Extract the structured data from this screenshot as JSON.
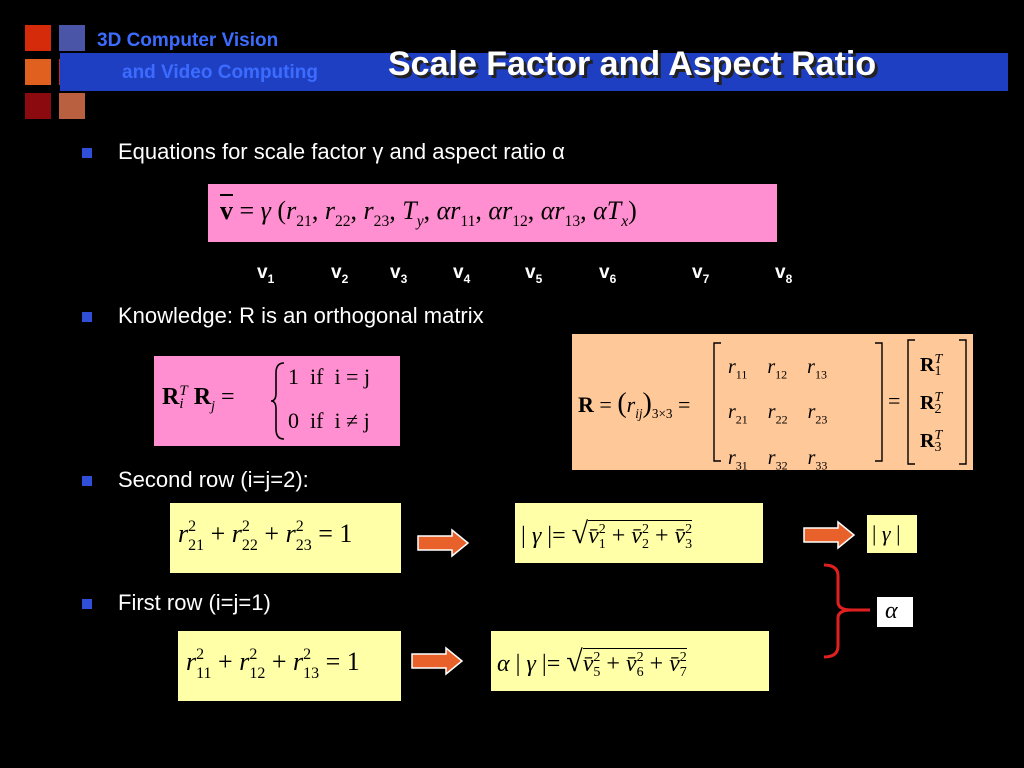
{
  "header": {
    "course_line1": "3D Computer Vision",
    "course_line2": "and Video Computing",
    "title": "Scale Factor and Aspect Ratio",
    "square_colors": [
      "#d52b0a",
      "#4a55a8",
      "#e06020",
      "#c02a3a",
      "#8a0a10",
      "#b86040"
    ]
  },
  "bullets": [
    {
      "text": "Equations for scale factor γ and aspect ratio α"
    },
    {
      "text": "Knowledge: R is an orthogonal matrix"
    },
    {
      "text": "Second row (i=j=2):"
    },
    {
      "text": "First row (i=j=1)"
    }
  ],
  "v_labels": [
    {
      "base": "v",
      "sub": "1"
    },
    {
      "base": "v",
      "sub": "2"
    },
    {
      "base": "v",
      "sub": "3"
    },
    {
      "base": "v",
      "sub": "4"
    },
    {
      "base": "v",
      "sub": "5"
    },
    {
      "base": "v",
      "sub": "6"
    },
    {
      "base": "v",
      "sub": "7"
    },
    {
      "base": "v",
      "sub": "8"
    }
  ],
  "equations": {
    "v_vector": "v̄ = γ (r21, r22, r23, Ty, αr11, αr12, αr13, αTx)",
    "orthogonality": {
      "lhs": "RiT Rj =",
      "case1": "1  if  i = j",
      "case2": "0  if  i ≠ j"
    },
    "rotation_matrix": "R = (rij)3×3 = [r11 r12 r13; r21 r22 r23; r31 r32 r33] = [R1T; R2T; R3T]",
    "row2_norm": "r21² + r22² + r23² = 1",
    "gamma_abs": "|γ|= √(v1² + v2² + v3²)",
    "gamma_result": "| γ |",
    "row1_norm": "r11² + r12² + r13² = 1",
    "alpha_gamma": "α |γ|= √(v5² + v6² + v7²)",
    "alpha_result": "α"
  },
  "colors": {
    "background": "#000000",
    "title_bar": "#1f3fc2",
    "course_text": "#3c6cff",
    "pink_box": "#ff8fd0",
    "peach_box": "#ffc898",
    "yellow_box": "#ffffa8",
    "arrow": "#e8602a",
    "brace": "#e02020"
  }
}
